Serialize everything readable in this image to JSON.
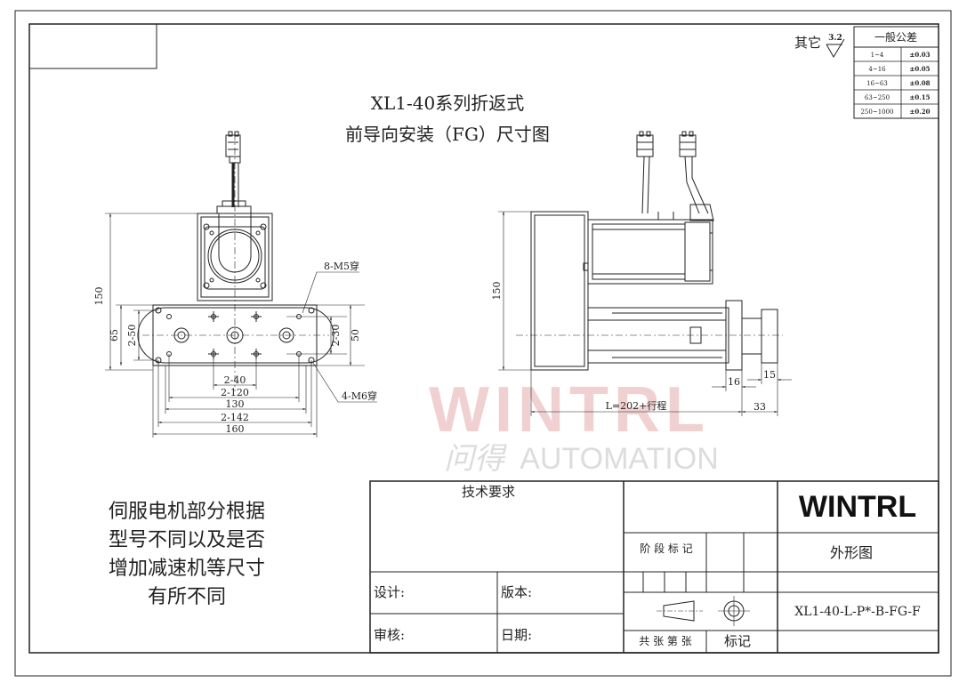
{
  "drawing": {
    "title_line1": "XL1-40系列折返式",
    "title_line2": "前导向安装（FG）尺寸图",
    "note_lines": [
      "伺服电机部分根据",
      "型号不同以及是否",
      "增加减速机等尺寸",
      "有所不同"
    ]
  },
  "front_view": {
    "dim_150": "150",
    "dim_65": "65",
    "dim_2_50": "2-50",
    "dim_2_30": "2-30",
    "dim_50": "50",
    "dim_2_40": "2-40",
    "dim_2_120": "2-120",
    "dim_130": "130",
    "dim_2_142": "2-142",
    "dim_160": "160",
    "callout_m5": "8-M5穿",
    "callout_m6": "4-M6穿"
  },
  "side_view": {
    "dim_150": "150",
    "dim_16": "16",
    "dim_15": "15",
    "dim_33": "33",
    "dim_length": "L=202+行程"
  },
  "tolerance": {
    "other_label": "其它",
    "roughness": "3.2",
    "header": "一般公差",
    "rows": [
      {
        "range": "1~4",
        "tol": "±0.03"
      },
      {
        "range": "4~16",
        "tol": "±0.05"
      },
      {
        "range": "16~63",
        "tol": "±0.08"
      },
      {
        "range": "63~250",
        "tol": "±0.15"
      },
      {
        "range": "250~1000",
        "tol": "±0.20"
      }
    ]
  },
  "watermark": {
    "brand": "WINTRL",
    "chinese": "问得",
    "sub": "AUTOMATION"
  },
  "title_block": {
    "tech_req": "技术要求",
    "design_label": "设计:",
    "review_label": "审核:",
    "version_label": "版本:",
    "date_label": "日期:",
    "stage_label": "阶 段 标 记",
    "sheet_label": "共  张  第  张",
    "mark_label": "标记",
    "company": "WINTRL",
    "drawing_type": "外形图",
    "part_number": "XL1-40-L-P*-B-FG-F"
  }
}
